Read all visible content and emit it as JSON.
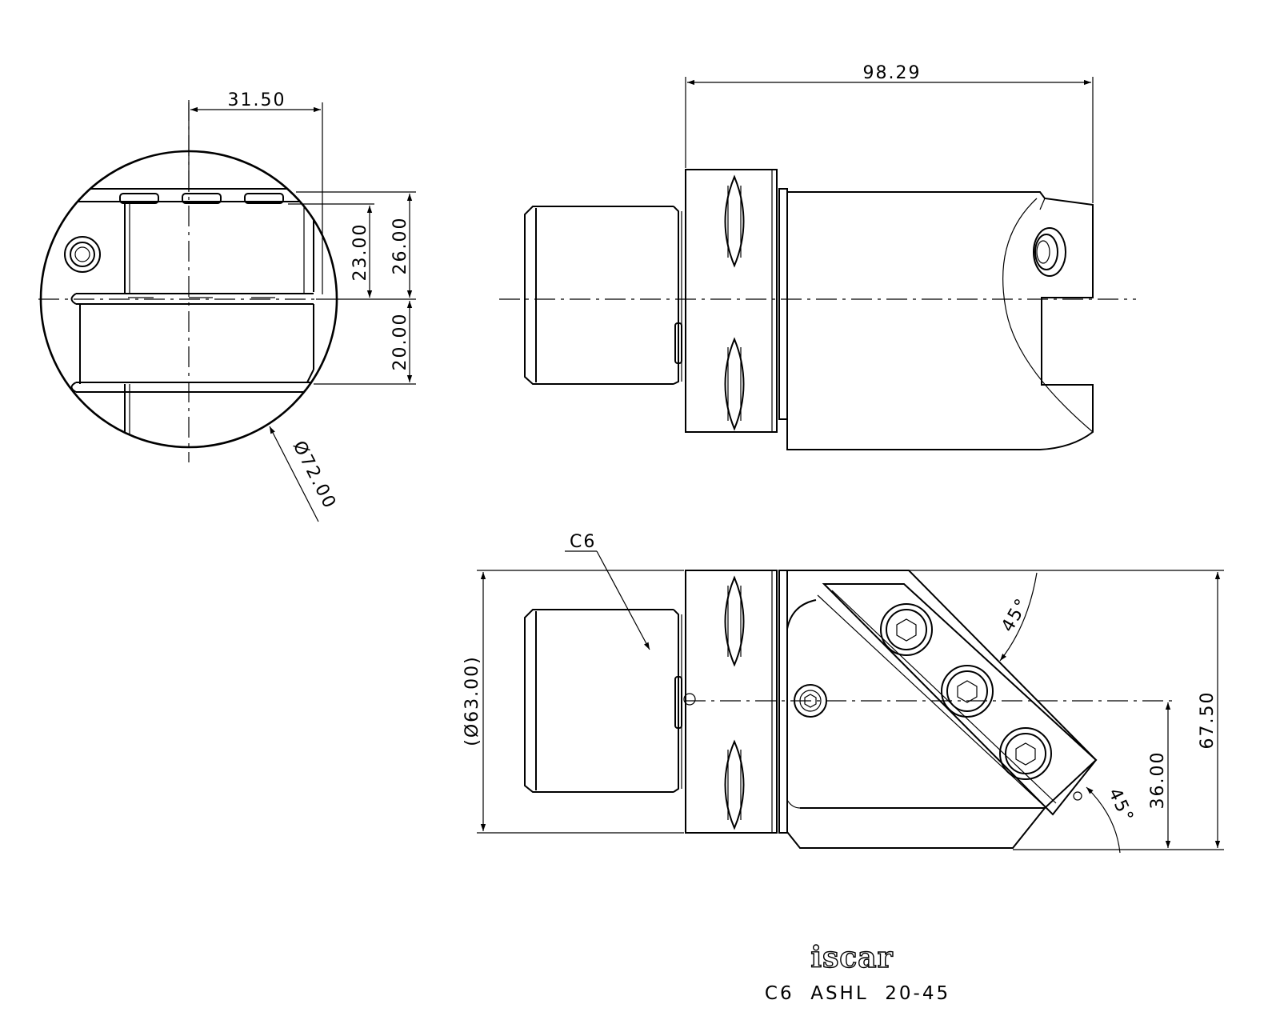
{
  "dimensions": {
    "width_31_50": "31.50",
    "height_23_00": "23.00",
    "height_26_00": "26.00",
    "height_20_00": "20.00",
    "diameter_72": "Ø72.00",
    "length_98_29": "98.29",
    "diameter_63": "(Ø63.00)",
    "height_67_50": "67.50",
    "height_36_00": "36.00",
    "angle_top": "45°",
    "angle_bottom": "45°",
    "callout_c6": "C6"
  },
  "title_block": {
    "logo": "iscar",
    "part_number": "C6  ASHL  20-45"
  },
  "colors": {
    "line": "#000000",
    "background": "#ffffff"
  }
}
